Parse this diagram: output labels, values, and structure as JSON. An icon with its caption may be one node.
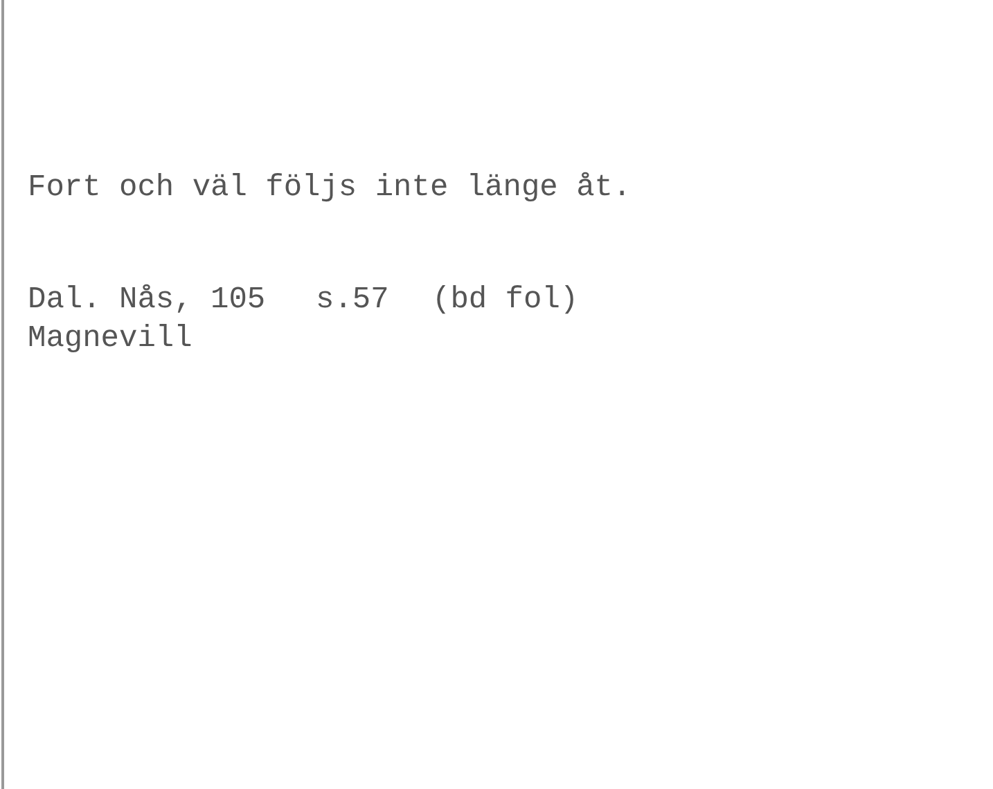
{
  "diagram": {
    "labels": [
      "Fort och väl följs inte länge åt.",
      "Dal. Nås, 105",
      "s.57",
      "(bd fol)",
      "Magnevill"
    ]
  }
}
